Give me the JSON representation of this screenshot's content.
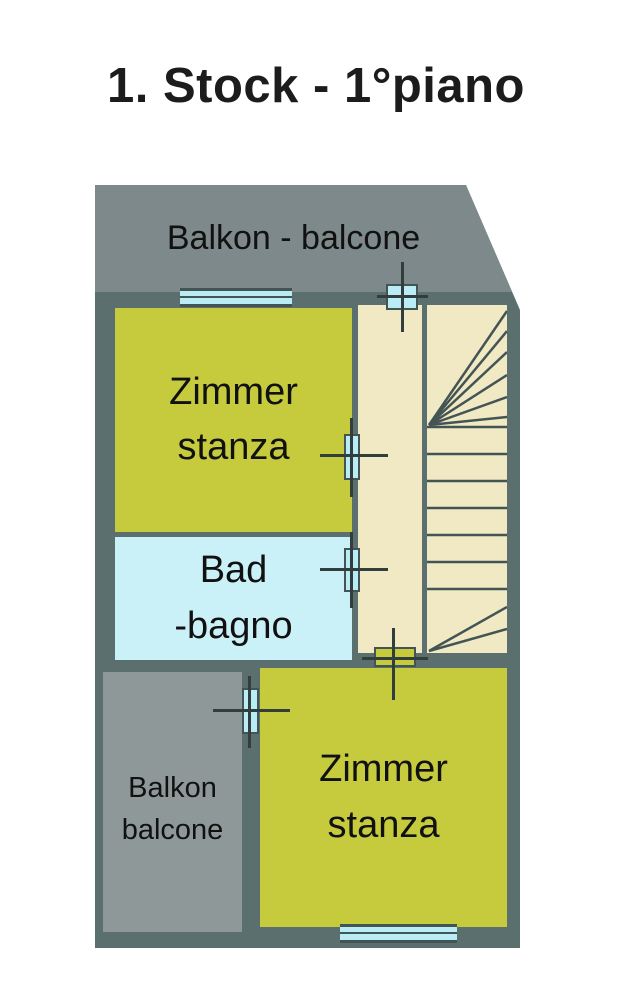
{
  "title": "1. Stock - 1°piano",
  "plan": {
    "balcony_top": {
      "label": "Balkon - balcone"
    },
    "zimmer_top": {
      "label_line1": "Zimmer",
      "label_line2": "stanza"
    },
    "bad": {
      "label_line1": "Bad",
      "label_line2": "-bagno"
    },
    "balcony_bottom": {
      "label_line1": "Balkon",
      "label_line2": "balcone"
    },
    "zimmer_bottom": {
      "label_line1": "Zimmer",
      "label_line2": "stanza"
    }
  },
  "colors": {
    "background": "#ffffff",
    "wall": "#5c6f6f",
    "balcony_top_fill": "#7d898a",
    "balcony_bottom_fill": "#8e9898",
    "room_fill": "#c5cb3d",
    "bath_fill": "#c9f1f7",
    "stair_fill": "#f1e9c4",
    "corridor_fill": "#f1e9c4",
    "window_fill": "#b9ecf5",
    "door_bottom_fill": "#c5cb3d",
    "text": "#111111"
  }
}
